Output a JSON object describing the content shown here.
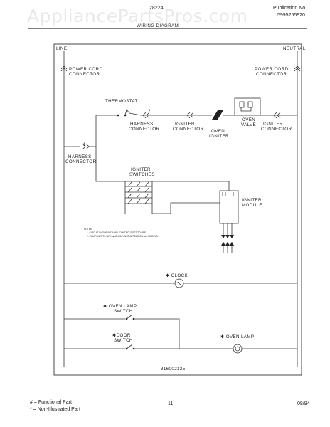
{
  "watermark": "AppliancePartsPros.com",
  "header": {
    "model": "28224",
    "publication_label": "Publication No.",
    "publication_number": "5995255920",
    "diagram_title": "WIRING DIAGRAM"
  },
  "diagram": {
    "line": "LINE",
    "neutral": "NEUTRAL",
    "power_cord_left": [
      "POWER CORD",
      "CONNECTOR"
    ],
    "power_cord_right": [
      "POWER CORD",
      "CONNECTOR"
    ],
    "thermostat": "THERMOSTAT",
    "harness_connector_top": [
      "HARNESS",
      "CONNECTOR"
    ],
    "igniter_connector_1": [
      "IGNITER",
      "CONNECTOR"
    ],
    "oven_igniter": [
      "OVEN",
      "IGNITER"
    ],
    "oven_valve": [
      "OVEN",
      "VALVE"
    ],
    "igniter_connector_2": [
      "IGNITER",
      "CONNECTOR"
    ],
    "harness_connector_left": [
      "HARNESS",
      "CONNECTOR"
    ],
    "igniter_switches": [
      "IGNITER",
      "SWITCHES"
    ],
    "igniter_module": [
      "IGNITER",
      "MODULE"
    ],
    "notes": [
      "NOTES:",
      "1. CIRCUIT SHOWN WITH ALL CONTROLS SET TO OFF.",
      "2. COMPONENTS WITH ✱ ON MAY NOT APPEAR ON ALL MODELS."
    ],
    "clock": "✱ CLOCK",
    "oven_lamp_switch": [
      "✱ OVEN LAMP",
      "SWITCH"
    ],
    "door_switch": [
      "✱DOOR",
      "SWITCH"
    ],
    "oven_lamp": "✱ OVEN LAMP",
    "wire_num_1": "1",
    "wire_num_2": "2",
    "part_number": "316002125"
  },
  "footer": {
    "legend_functional": "# = Functional Part",
    "legend_non_illustrated": "* = Non-Illustrated Part",
    "page_number": "11",
    "date": "08/94"
  }
}
